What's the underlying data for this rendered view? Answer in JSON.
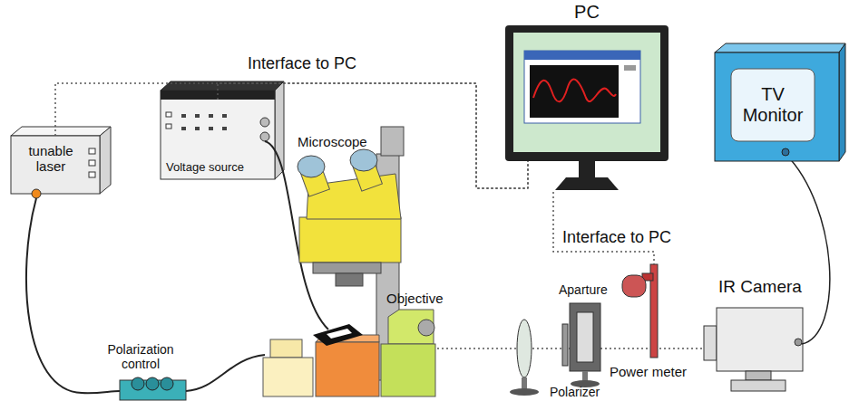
{
  "diagram": {
    "nodes": [
      {
        "text": [
          "tunable laser"
        ]
      },
      {
        "text": [
          "Voltage source"
        ]
      },
      {
        "text": [
          "PC"
        ]
      },
      {
        "text": [
          "TV Monitor"
        ]
      }
    ],
    "edges": [
      {
        "from": 0,
        "to": 2,
        "arrow": "none",
        "label": "Interface to PC"
      },
      {
        "from": 1,
        "to": 2,
        "arrow": "none"
      }
    ],
    "labels": [
      "Interface to PC",
      "Microscope",
      "Objective",
      "Polarization control",
      "Aparture",
      "Polarizer",
      "Power meter",
      "IR Camera"
    ]
  }
}
